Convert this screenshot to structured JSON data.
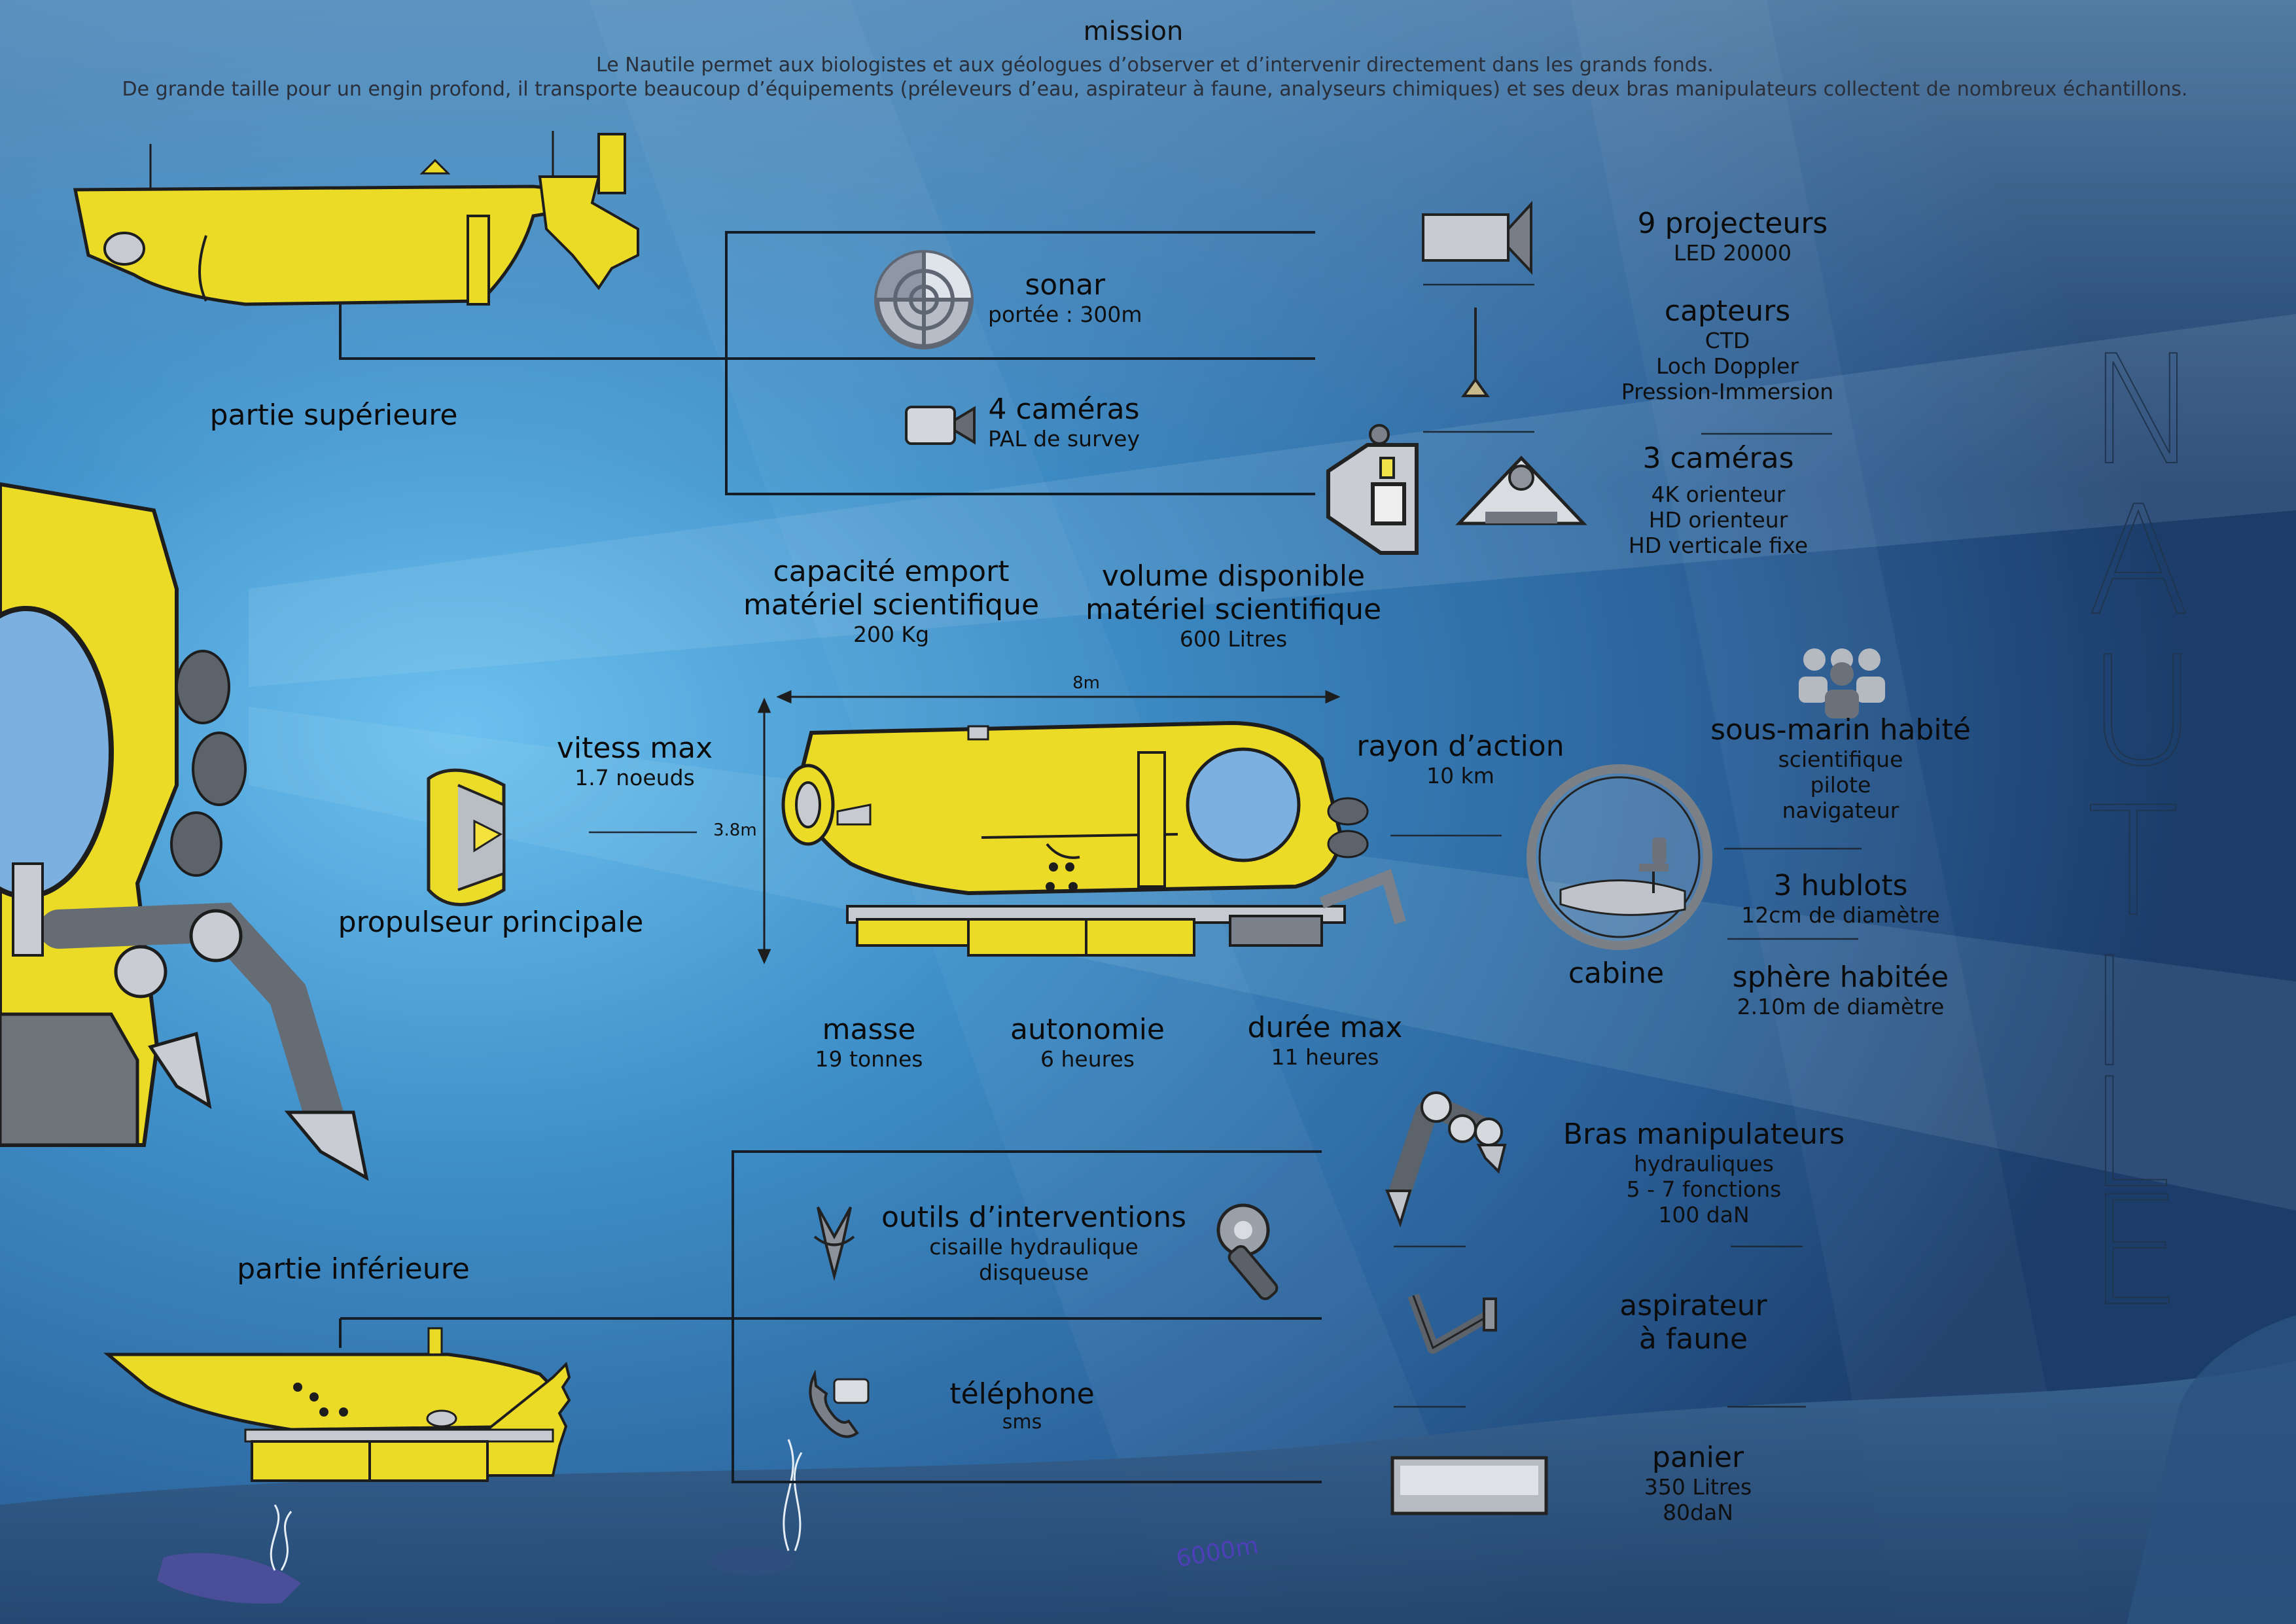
{
  "title_vertical": [
    "N",
    "A",
    "U",
    "T",
    "I",
    "L",
    "E"
  ],
  "mission": {
    "title": "mission",
    "line1": "Le Nautile permet aux biologistes et aux géologues d’observer et d’intervenir directement dans les grands fonds.",
    "line2": "De grande taille pour un engin profond, il transporte beaucoup d’équipements (préleveurs d’eau, aspirateur à faune, analyseurs chimiques) et ses deux bras manipulateurs collectent de nombreux échantillons."
  },
  "upper": {
    "label": "partie supérieure",
    "sonar": {
      "title": "sonar",
      "sub": "portée : 300m"
    },
    "cameras4": {
      "title": "4 caméras",
      "sub": "PAL de survey"
    },
    "projecteurs": {
      "title": "9 projecteurs",
      "sub": "LED 20000"
    },
    "capteurs": {
      "title": "capteurs",
      "lines": [
        "CTD",
        "Loch Doppler",
        "Pression-Immersion"
      ]
    },
    "cameras3": {
      "title": "3 caméras",
      "lines": [
        "4K orienteur",
        "HD orienteur",
        "HD verticale fixe"
      ]
    }
  },
  "middle": {
    "capacite": {
      "title1": "capacité emport",
      "title2": "matériel scientifique",
      "sub": "200 Kg"
    },
    "volume": {
      "title1": "volume disponible",
      "title2": "matériel scientifique",
      "sub": "600 Litres"
    },
    "length": "8m",
    "height": "3.8m",
    "vitesse": {
      "title": "vitess max",
      "sub": "1.7 noeuds"
    },
    "propulseur": "propulseur principale",
    "rayon": {
      "title": "rayon d’action",
      "sub": "10 km"
    },
    "cabine": "cabine",
    "habite": {
      "title": "sous-marin habité",
      "lines": [
        "scientifique",
        "pilote",
        "navigateur"
      ]
    },
    "hublots": {
      "title": "3 hublots",
      "sub": "12cm de diamètre"
    },
    "sphere": {
      "title": "sphère habitée",
      "sub": "2.10m de diamètre"
    },
    "masse": {
      "title": "masse",
      "sub": "19 tonnes"
    },
    "autonomie": {
      "title": "autonomie",
      "sub": "6 heures"
    },
    "duree": {
      "title": "durée max",
      "sub": "11 heures"
    }
  },
  "lower": {
    "label": "partie inférieure",
    "outils": {
      "title": "outils d’interventions",
      "lines": [
        "cisaille hydraulique",
        "disqueuse"
      ]
    },
    "telephone": {
      "title": "téléphone",
      "sub": "sms"
    },
    "bras": {
      "title": "Bras manipulateurs",
      "lines": [
        "hydrauliques",
        "5 - 7 fonctions",
        "100 daN"
      ]
    },
    "aspirateur": {
      "title1": "aspirateur",
      "title2": "à faune"
    },
    "panier": {
      "title": "panier",
      "lines": [
        "350 Litres",
        "80daN"
      ]
    }
  },
  "depth": "6000m",
  "colors": {
    "sub_yellow": "#e8dc2a",
    "ocean_light": "#5fb7e8",
    "ocean_dark": "#1d3d66",
    "line": "#141c26"
  },
  "icons": [
    "sonar-icon",
    "video-camera-icon",
    "projector-icon",
    "sensor-icon",
    "camera-pod-icon",
    "thruster-icon",
    "crew-icon",
    "cabin-icon",
    "shears-icon",
    "grinder-icon",
    "phone-icon",
    "robot-arm-icon",
    "suction-icon",
    "basket-icon"
  ]
}
